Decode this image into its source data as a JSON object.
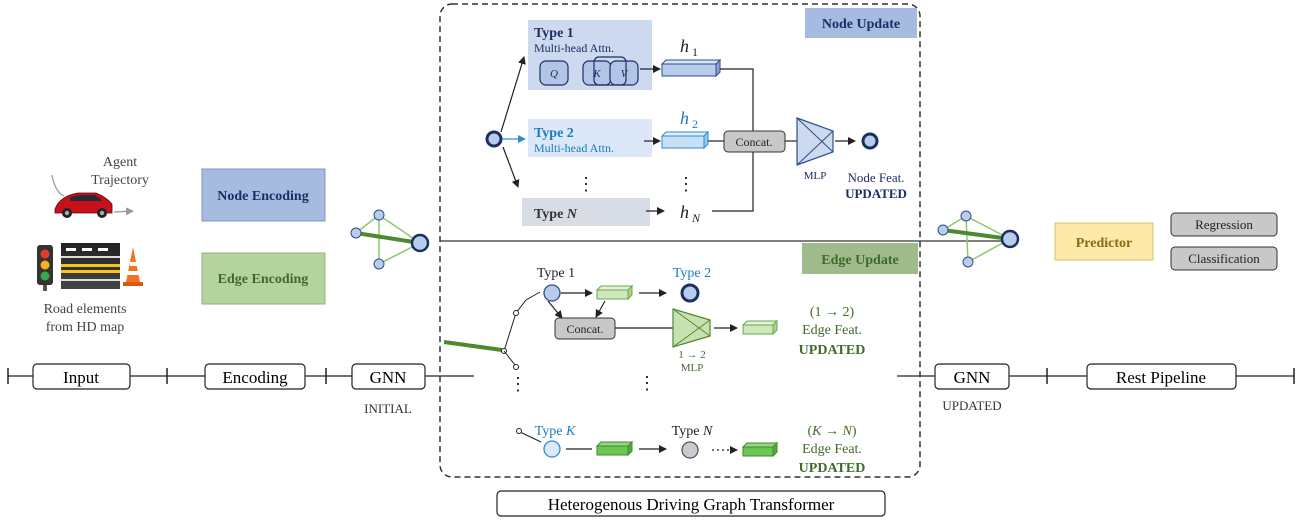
{
  "pipeline": {
    "input": "Input",
    "encoding": "Encoding",
    "gnn_initial": "GNN",
    "initial_caption": "INITIAL",
    "gnn_updated": "GNN",
    "updated_caption": "UPDATED",
    "rest": "Rest Pipeline",
    "caption": "Heterogenous Driving Graph Transformer"
  },
  "inputs": {
    "agent_line1": "Agent",
    "agent_line2": "Trajectory",
    "road_line1": "Road elements",
    "road_line2": "from HD map"
  },
  "encodings": {
    "node": "Node Encoding",
    "edge": "Edge Encoding"
  },
  "node_update": {
    "header": "Node Update",
    "type1": "Type 1",
    "type1_sub": "Multi-head Attn.",
    "q": "Q",
    "k": "K",
    "v": "V",
    "type2": "Type 2",
    "type2_sub": "Multi-head Attn.",
    "typeN_prefix": "Type ",
    "typeN_var": "N",
    "h1": "h",
    "h1_sub": "1",
    "h2": "h",
    "h2_sub": "2",
    "hN": "h",
    "hN_sub": "N",
    "concat": "Concat.",
    "mlp": "MLP",
    "feat_line1": "Node Feat.",
    "feat_line2": "UPDATED",
    "vdots": "⋮"
  },
  "edge_update": {
    "header": "Edge Update",
    "type1": "Type 1",
    "type2": "Type 2",
    "concat": "Concat.",
    "mlp_line1": "1 → 2",
    "mlp_line2": "MLP",
    "rel1": "(1 → 2)",
    "feat": "Edge Feat.",
    "updated": "UPDATED",
    "typeK_prefix": "Type ",
    "typeK_var": "K",
    "typeN_prefix": "Type ",
    "typeN_var": "N",
    "relK_open": "(",
    "relK_mid": "K → N",
    "relK_close": ")",
    "feat2": "Edge Feat.",
    "updated2": "UPDATED",
    "vdots": "⋮"
  },
  "output": {
    "predictor": "Predictor",
    "regression": "Regression",
    "classification": "Classification"
  },
  "colors": {
    "node_blue": "#a7bbe0",
    "edge_green": "#b5d39e",
    "dark_navy": "#1b2f63",
    "type2_blue": "#1a7bbf",
    "dark_green": "#3f6b2a",
    "predictor_yellow": "#fdeaa8",
    "gray_box": "#c8c8c8"
  }
}
